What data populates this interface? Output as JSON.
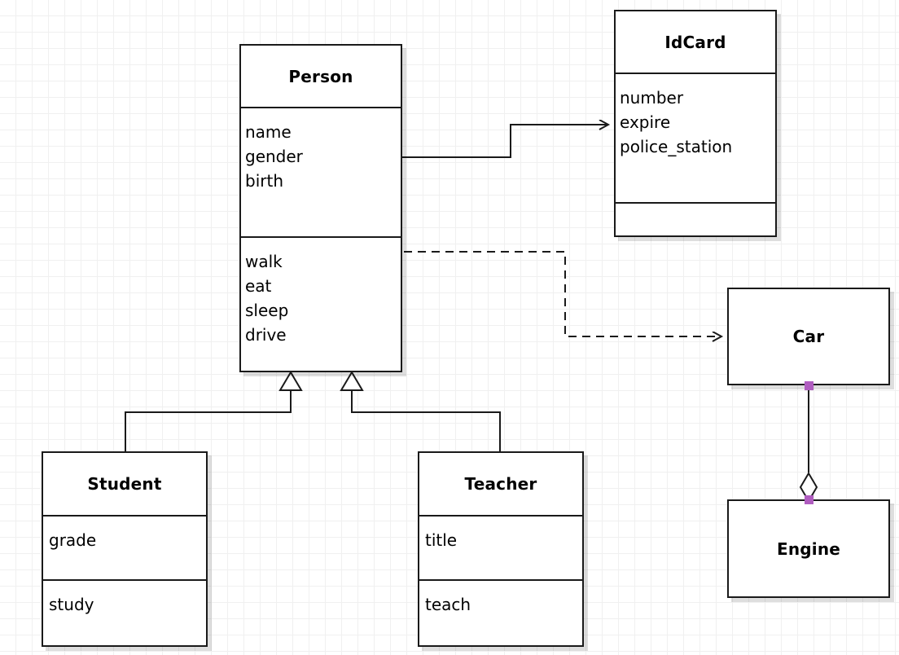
{
  "diagram": {
    "type": "uml-class-diagram",
    "background": "#ffffff",
    "grid_color": "#f0f0f0",
    "line_color": "#1a1a1a",
    "handle_color": "#b05dc0",
    "classes": [
      {
        "id": "person",
        "name": "Person",
        "attributes": [
          "name",
          "gender",
          "birth"
        ],
        "methods": [
          "walk",
          "eat",
          "sleep",
          "drive"
        ]
      },
      {
        "id": "idcard",
        "name": "IdCard",
        "attributes": [
          "number",
          "expire",
          "police_station"
        ],
        "methods": []
      },
      {
        "id": "student",
        "name": "Student",
        "attributes": [
          "grade"
        ],
        "methods": [
          "study"
        ]
      },
      {
        "id": "teacher",
        "name": "Teacher",
        "attributes": [
          "title"
        ],
        "methods": [
          "teach"
        ]
      },
      {
        "id": "car",
        "name": "Car",
        "attributes": [],
        "methods": []
      },
      {
        "id": "engine",
        "name": "Engine",
        "attributes": [],
        "methods": []
      }
    ],
    "relationships": [
      {
        "id": "person-idcard",
        "kind": "association",
        "from": "Person",
        "to": "IdCard",
        "style": "solid",
        "arrow": "open-arrow"
      },
      {
        "id": "person-car",
        "kind": "dependency",
        "from": "Person",
        "to": "Car",
        "style": "dashed",
        "arrow": "open-arrow"
      },
      {
        "id": "student-person",
        "kind": "generalization",
        "from": "Student",
        "to": "Person",
        "style": "solid",
        "arrow": "hollow-triangle"
      },
      {
        "id": "teacher-person",
        "kind": "generalization",
        "from": "Teacher",
        "to": "Person",
        "style": "solid",
        "arrow": "hollow-triangle"
      },
      {
        "id": "car-engine",
        "kind": "aggregation",
        "from": "Car",
        "to": "Engine",
        "style": "solid",
        "arrow": "hollow-diamond"
      }
    ]
  }
}
